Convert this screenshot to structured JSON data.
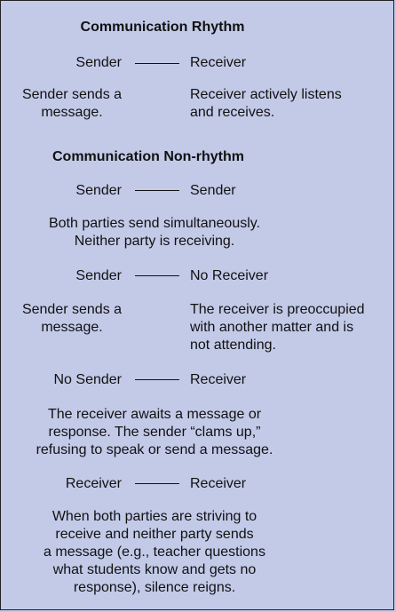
{
  "rhythm": {
    "title": "Communication Rhythm",
    "left": "Sender",
    "right": "Receiver",
    "left_desc": [
      "Sender sends a",
      "message."
    ],
    "right_desc": [
      "Receiver actively listens",
      "and receives."
    ]
  },
  "non_rhythm": {
    "title": "Communication Non-rhythm",
    "cases": [
      {
        "left": "Sender",
        "right": "Sender",
        "center_desc": [
          "Both parties send simultaneously.",
          "Neither party is receiving."
        ]
      },
      {
        "left": "Sender",
        "right": "No Receiver",
        "left_desc": [
          "Sender sends a",
          "message."
        ],
        "right_desc": [
          "The receiver is preoccupied",
          "with another matter and is",
          "not attending."
        ]
      },
      {
        "left": "No Sender",
        "right": "Receiver",
        "center_desc": [
          "The receiver awaits a message or",
          "response. The sender “clams up,”",
          "refusing to speak or send a message."
        ]
      },
      {
        "left": "Receiver",
        "right": "Receiver",
        "center_desc": [
          "When both parties are striving to",
          "receive and neither party sends",
          "a message (e.g., teacher questions",
          "what students know and gets no",
          "response), silence reigns."
        ]
      }
    ]
  }
}
